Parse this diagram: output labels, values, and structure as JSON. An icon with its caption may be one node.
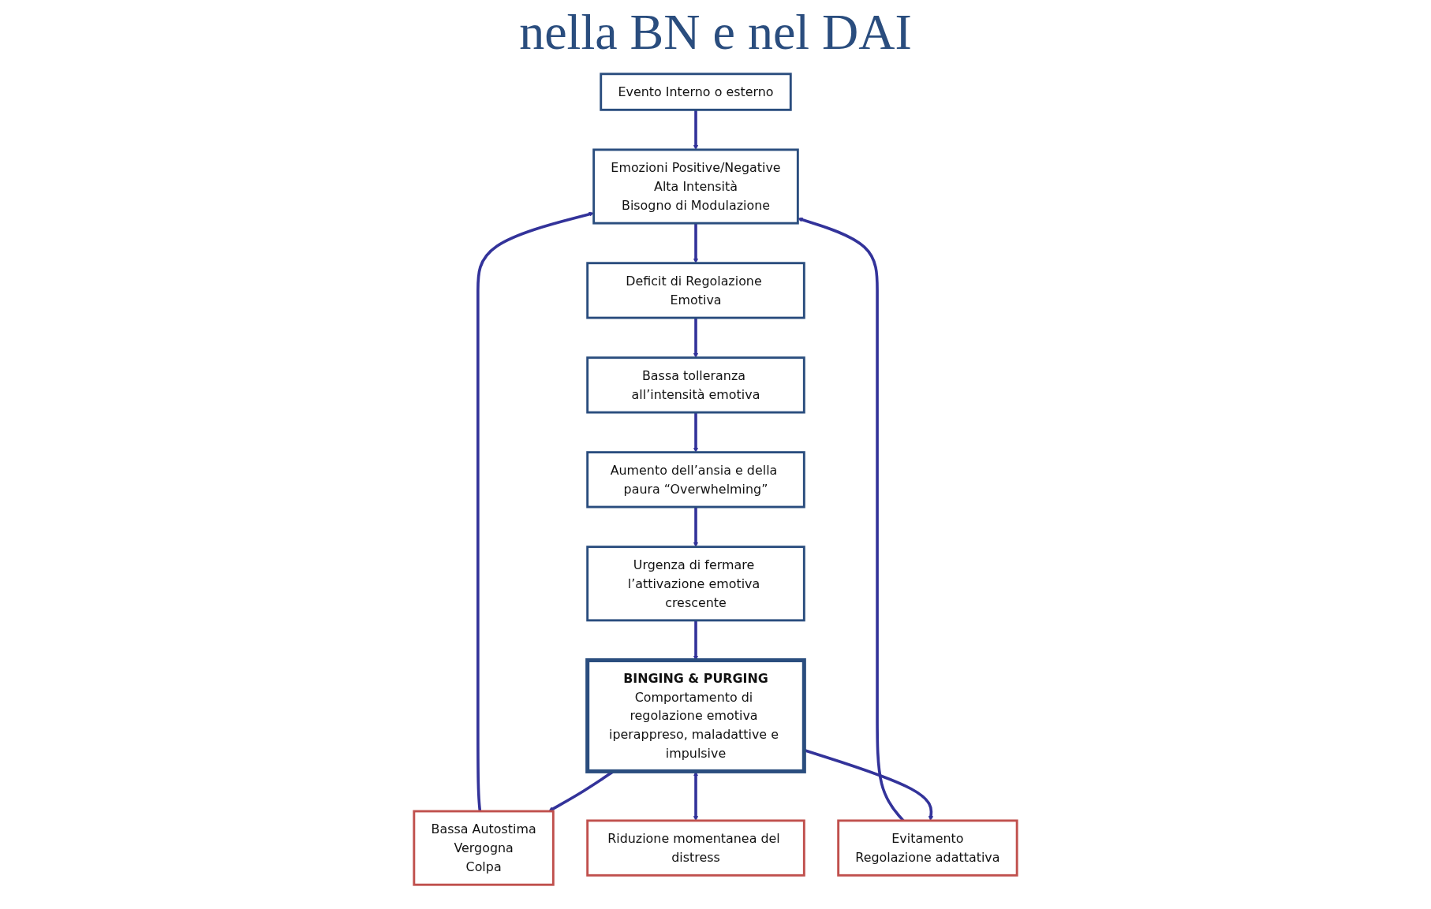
{
  "diagram": {
    "title": "nella BN e nel DAI",
    "nodes": [
      {
        "text": [
          "Evento Interno o esterno"
        ]
      },
      {
        "text": [
          "Emozioni Positive/Negative",
          "Alta Intensità",
          "Bisogno di Modulazione"
        ]
      },
      {
        "text": [
          "Deficit di Regolazione Emotiva"
        ]
      },
      {
        "text": [
          "Bassa tolleranza all’intensità emotiva"
        ]
      },
      {
        "text": [
          "Aumento dell’ansia e della paura “Overwhelming”"
        ]
      },
      {
        "text": [
          "Urgenza di fermare l’attivazione emotiva crescente"
        ]
      },
      {
        "text": [
          "Bassa Autostima",
          "Vergogna",
          "Colpa"
        ]
      },
      {
        "text": [
          "Evitamento",
          "Regolazione adattativa"
        ]
      },
      {
        "text": [
          "Riduzione momentanea del distress"
        ]
      },
      {
        "text": [
          "BINGING & PURGING",
          "Comportamento di regolazione emotiva iperappreso, maladattive e impulsive"
        ]
      }
    ],
    "edges": [
      {
        "from": 0,
        "to": 1,
        "arrow": "to"
      },
      {
        "from": 1,
        "to": 2,
        "arrow": "to"
      },
      {
        "from": 2,
        "to": 3,
        "arrow": "to"
      },
      {
        "from": 3,
        "to": 4,
        "arrow": "to"
      },
      {
        "from": 4,
        "to": 5,
        "arrow": "to"
      },
      {
        "from": 5,
        "to": 9,
        "arrow": "to"
      },
      {
        "from": 9,
        "to": 6,
        "arrow": "to"
      },
      {
        "from": 9,
        "to": 7,
        "arrow": "to"
      },
      {
        "from": 9,
        "to": 8,
        "arrow": "both"
      },
      {
        "from": 6,
        "to": 1,
        "arrow": "to"
      },
      {
        "from": 7,
        "to": 1,
        "arrow": "to"
      }
    ]
  }
}
